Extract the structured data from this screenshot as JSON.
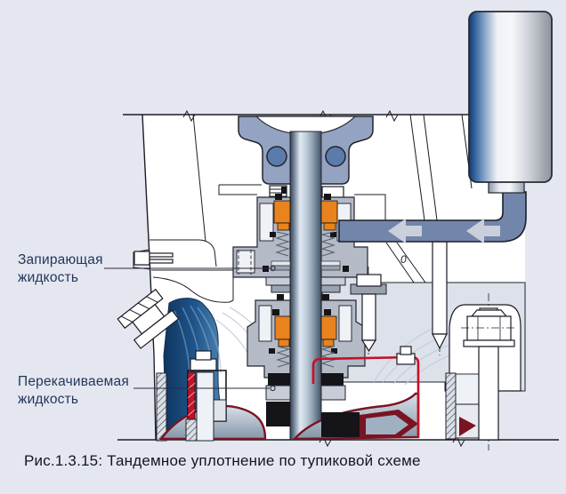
{
  "figure": {
    "caption": "Рис.1.3.15: Тандемное уплотнение по тупиковой схеме",
    "annotation_zero": "0"
  },
  "labels": {
    "barrier_fluid_line1": "Запирающая",
    "barrier_fluid_line2": "жидкость",
    "pumped_fluid_line1": "Перекачиваемая",
    "pumped_fluid_line2": "жидкость"
  },
  "colors": {
    "background": "#e4e7f0",
    "label_text": "#24365c",
    "caption_text": "#14151e",
    "seal_orange": "#e8831d",
    "pipe_blue": "#7286ab",
    "arrow_grey": "#c9cfdb",
    "bracket_blue": "#94a3c1",
    "bracket_hole_blue": "#5b7bab",
    "housing_grey": "#b4bac6",
    "collar_grey": "#c7ccd6",
    "impeller_red": "#c51025",
    "impeller_dark_red": "#7a1322",
    "volute_blue_dark": "#0f3560",
    "volute_blue_light": "#7fa6c8"
  }
}
